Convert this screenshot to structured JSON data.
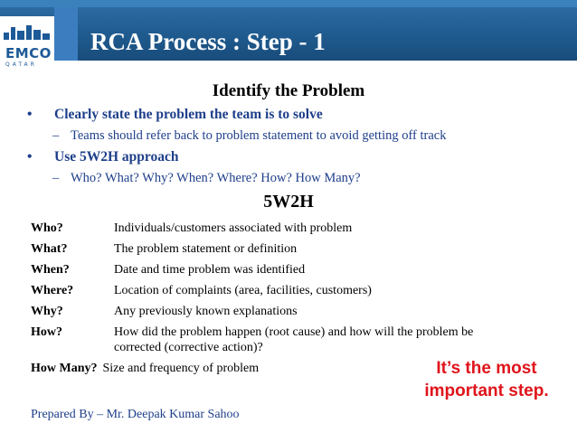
{
  "logo": {
    "name": "EMCO",
    "sub": "QATAR"
  },
  "slide": {
    "title": "RCA Process : Step - 1",
    "subtitle": "Identify the Problem",
    "bullets": [
      {
        "text": "Clearly state the problem the team is to solve",
        "sub": "Teams should refer back to problem statement to avoid getting off track"
      },
      {
        "text": "Use 5W2H approach",
        "sub": "Who? What? Why? When? Where? How? How Many?"
      }
    ],
    "section_title": "5W2H",
    "rows": [
      {
        "key": "Who?",
        "value": "Individuals/customers associated with problem"
      },
      {
        "key": "What?",
        "value": "The problem statement or definition"
      },
      {
        "key": "When?",
        "value": "Date and time problem was identified"
      },
      {
        "key": "Where?",
        "value": "Location of complaints (area, facilities, customers)"
      },
      {
        "key": "Why?",
        "value": "Any previously known explanations"
      },
      {
        "key": "How?",
        "value": "How did the problem happen (root cause) and how will the problem be corrected (corrective action)?"
      },
      {
        "key": "How Many?",
        "value": "Size and frequency of problem"
      }
    ],
    "callout": {
      "line1": "It’s the most",
      "line2": "important step."
    },
    "footer": "Prepared By – Mr. Deepak Kumar Sahoo"
  },
  "colors": {
    "header": "#1f5a8e",
    "text_blue": "#1e3f8a",
    "callout_red": "#e0141b"
  }
}
